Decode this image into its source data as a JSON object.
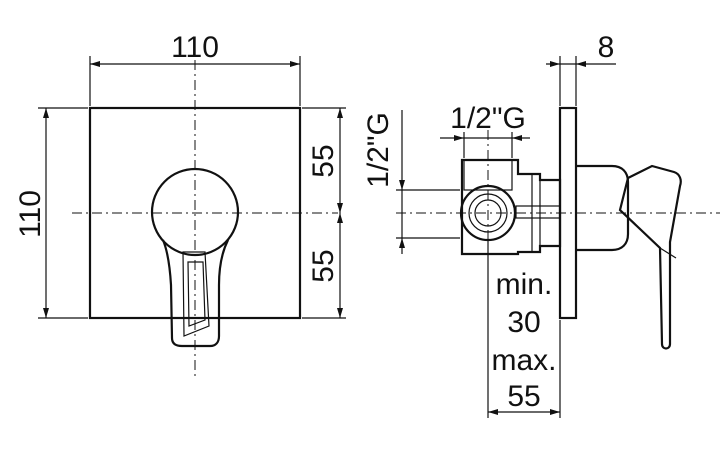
{
  "front_view": {
    "width_label": "110",
    "height_label": "110",
    "upper_half_label": "55",
    "lower_half_label": "55"
  },
  "side_view": {
    "plate_thickness_label": "8",
    "inlet_thread_label": "1/2\"G",
    "outlet_thread_label": "1/2\"G",
    "depth_min_label": "min.",
    "depth_min_value": "30",
    "depth_max_label": "max.",
    "depth_max_value": "55"
  }
}
